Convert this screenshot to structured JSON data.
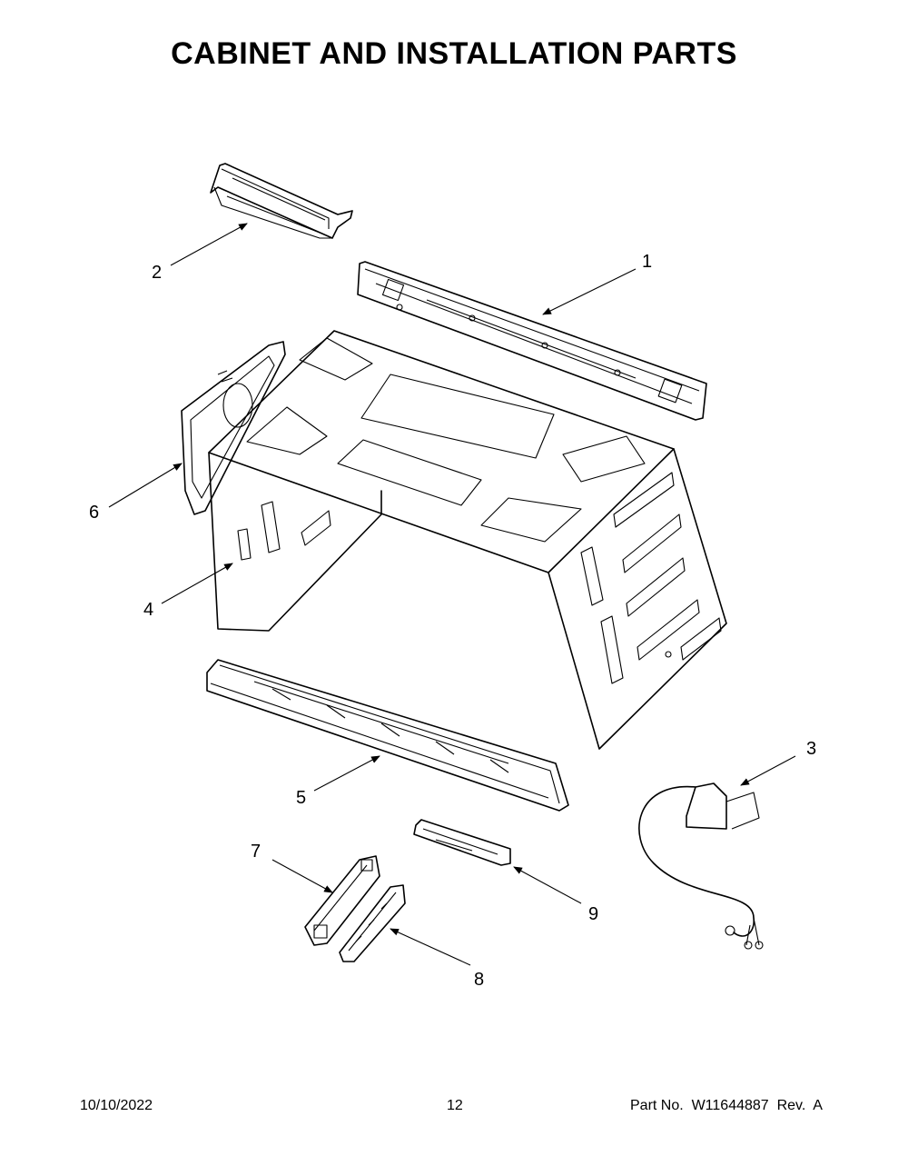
{
  "title": "CABINET AND INSTALLATION PARTS",
  "callouts": [
    "1",
    "2",
    "3",
    "4",
    "5",
    "6",
    "7",
    "8",
    "9"
  ],
  "footer": {
    "date": "10/10/2022",
    "page": "12",
    "part": "Part No.  W11644887  Rev.  A"
  },
  "colors": {
    "ink": "#000000",
    "paper": "#ffffff"
  }
}
